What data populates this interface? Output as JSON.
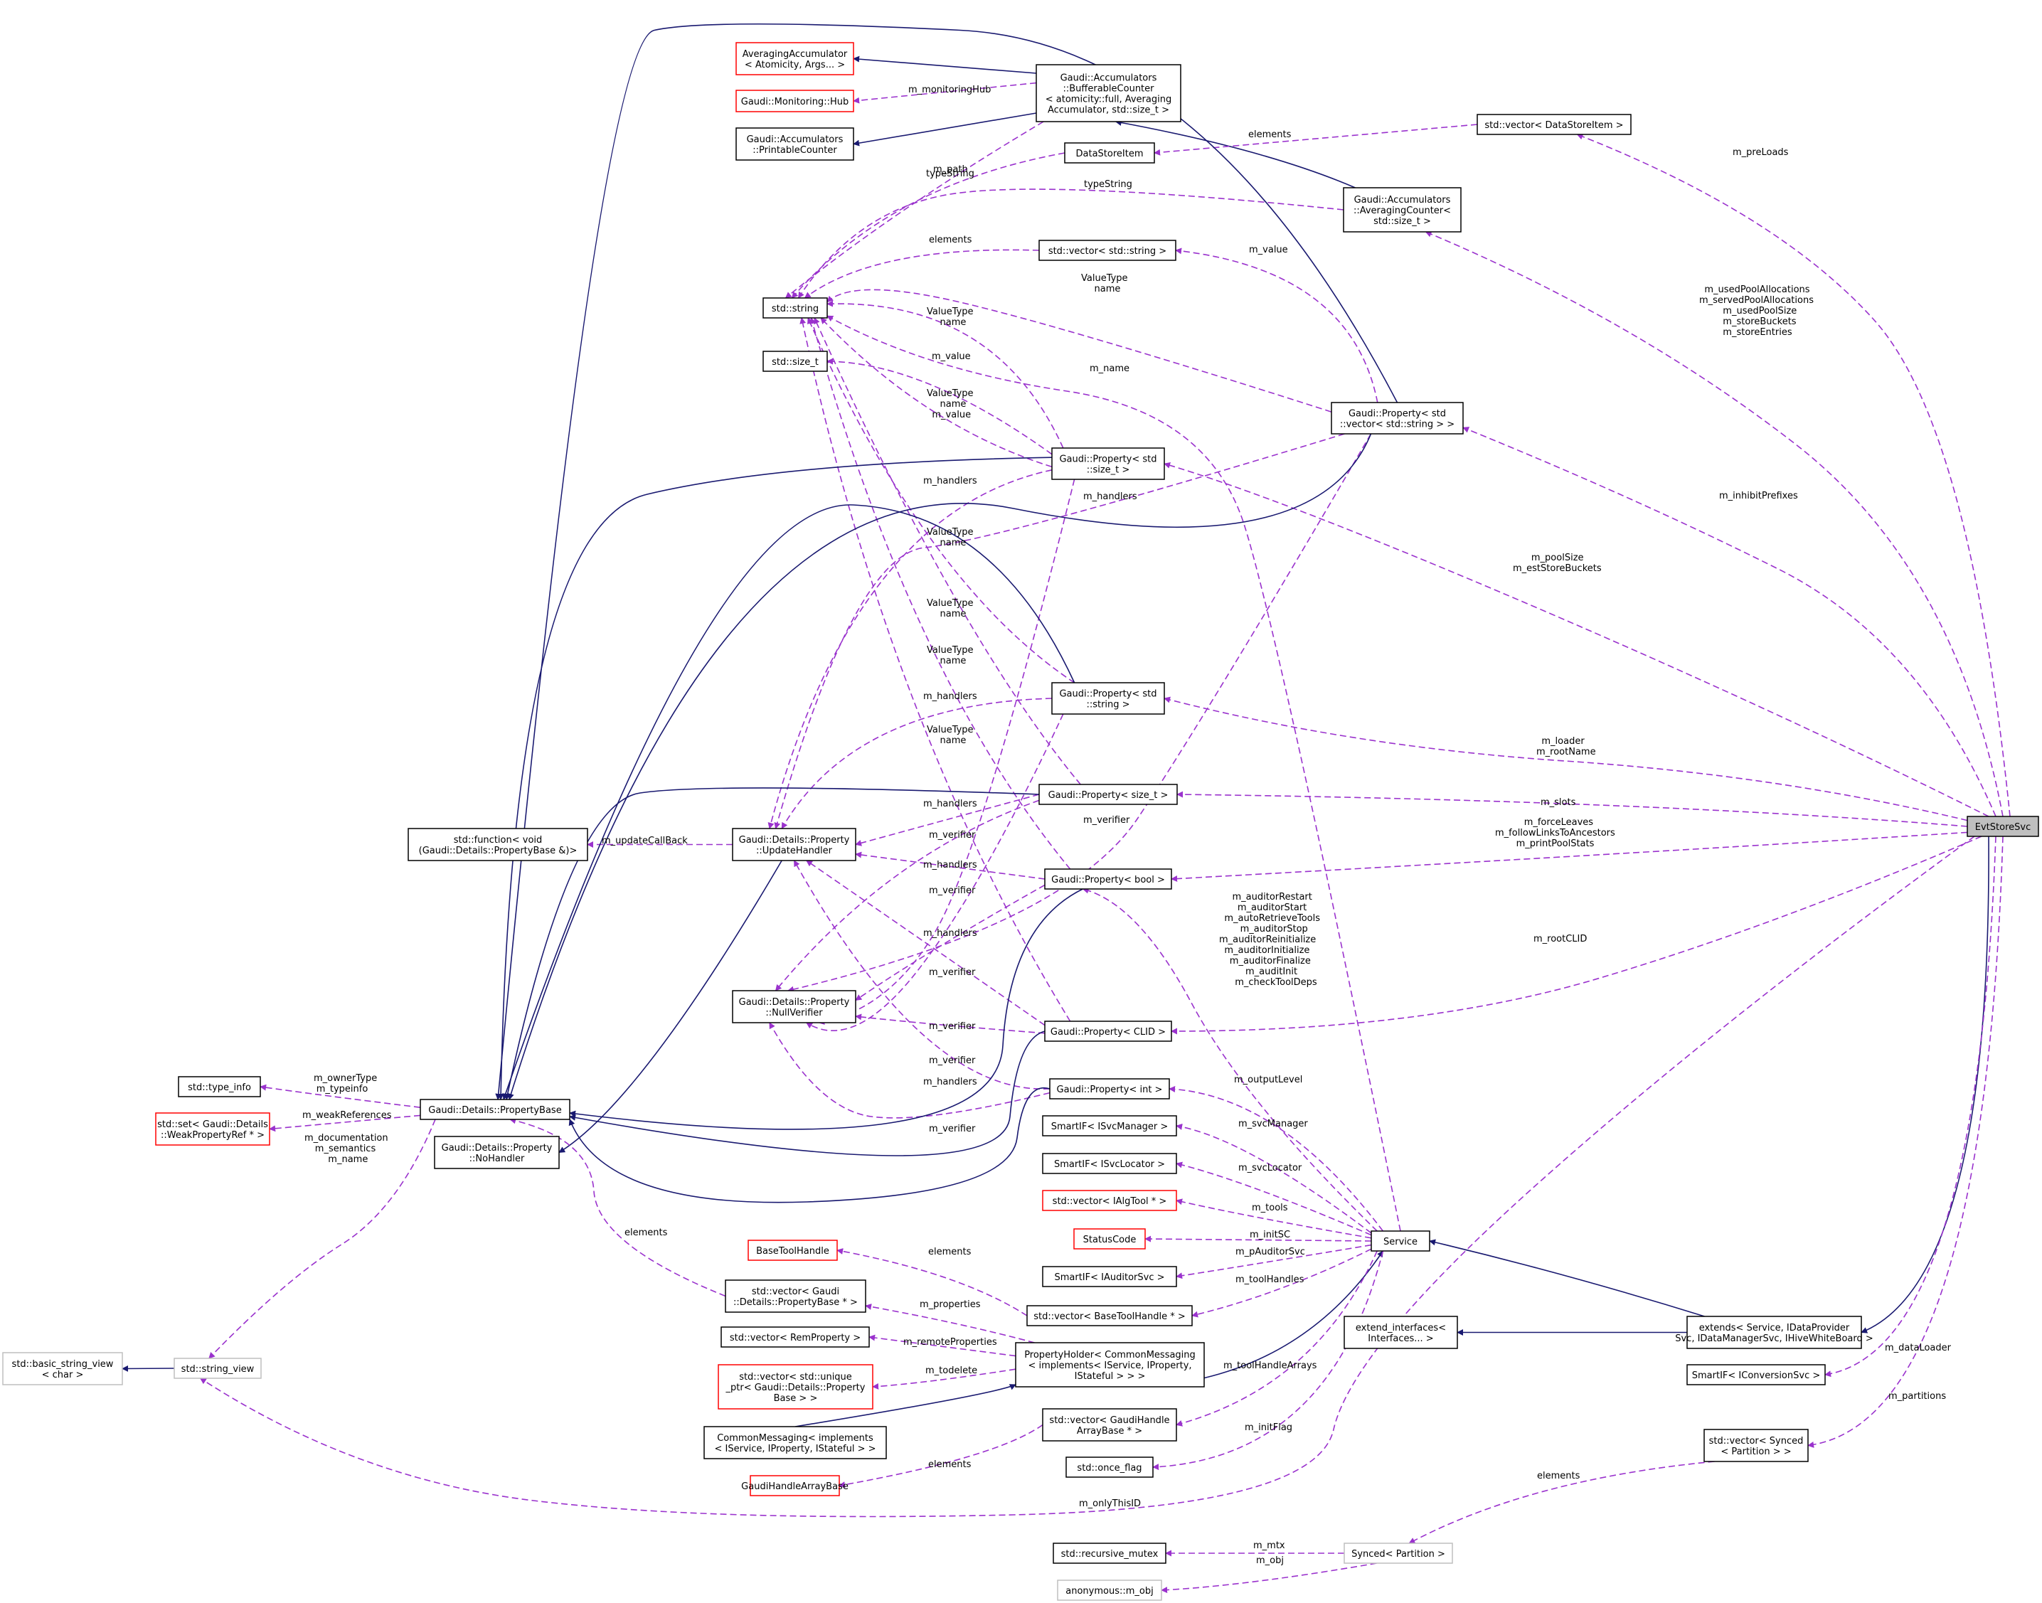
{
  "colors": {
    "inheritance": "#191970",
    "usage": "#9a32cd",
    "node_border": "#000000",
    "undocumented_border": "#ff0000",
    "external_border": "#bfbfbf",
    "selected_fill": "#bfbfbf"
  },
  "nodes": {
    "averaging_accumulator": {
      "lines": [
        "AveragingAccumulator",
        "< Atomicity, Args... >"
      ]
    },
    "monitoring_hub": {
      "lines": [
        "Gaudi::Monitoring::Hub"
      ]
    },
    "printable_counter": {
      "lines": [
        "Gaudi::Accumulators",
        "::PrintableCounter"
      ]
    },
    "bufferable_counter": {
      "lines": [
        "Gaudi::Accumulators",
        "::BufferableCounter",
        "< atomicity::full, Averaging",
        "Accumulator, std::size_t >"
      ]
    },
    "data_store_item": {
      "lines": [
        "DataStoreItem"
      ]
    },
    "vector_data_store_item": {
      "lines": [
        "std::vector< DataStoreItem >"
      ]
    },
    "averaging_counter": {
      "lines": [
        "Gaudi::Accumulators",
        "::AveragingCounter<",
        "std::size_t >"
      ]
    },
    "vector_string": {
      "lines": [
        "std::vector< std::string >"
      ]
    },
    "std_string": {
      "lines": [
        "std::string"
      ]
    },
    "std_size_t": {
      "lines": [
        "std::size_t"
      ]
    },
    "property_vector_string": {
      "lines": [
        "Gaudi::Property< std",
        "::vector< std::string > >"
      ]
    },
    "property_std_size_t": {
      "lines": [
        "Gaudi::Property< std",
        "::size_t >"
      ]
    },
    "property_std_string": {
      "lines": [
        "Gaudi::Property< std",
        "::string >"
      ]
    },
    "property_size_t": {
      "lines": [
        "Gaudi::Property< size_t >"
      ]
    },
    "std_function": {
      "lines": [
        "std::function< void",
        "(Gaudi::Details::PropertyBase &)>"
      ]
    },
    "update_handler": {
      "lines": [
        "Gaudi::Details::Property",
        "::UpdateHandler"
      ]
    },
    "property_bool": {
      "lines": [
        "Gaudi::Property< bool >"
      ]
    },
    "null_verifier": {
      "lines": [
        "Gaudi::Details::Property",
        "::NullVerifier"
      ]
    },
    "property_clid": {
      "lines": [
        "Gaudi::Property< CLID >"
      ]
    },
    "property_int": {
      "lines": [
        "Gaudi::Property< int >"
      ]
    },
    "type_info": {
      "lines": [
        "std::type_info"
      ]
    },
    "property_base": {
      "lines": [
        "Gaudi::Details::PropertyBase"
      ]
    },
    "set_weak_ref": {
      "lines": [
        "std::set< Gaudi::Details",
        "::WeakPropertyRef * >"
      ]
    },
    "no_handler": {
      "lines": [
        "Gaudi::Details::Property",
        "::NoHandler"
      ]
    },
    "smartif_svc_manager": {
      "lines": [
        "SmartIF< ISvcManager >"
      ]
    },
    "smartif_svc_locator": {
      "lines": [
        "SmartIF< ISvcLocator >"
      ]
    },
    "vector_ialgtool": {
      "lines": [
        "std::vector< IAlgTool * >"
      ]
    },
    "status_code": {
      "lines": [
        "StatusCode"
      ]
    },
    "smartif_auditor_svc": {
      "lines": [
        "SmartIF< IAuditorSvc >"
      ]
    },
    "service": {
      "lines": [
        "Service"
      ]
    },
    "base_tool_handle": {
      "lines": [
        "BaseToolHandle"
      ]
    },
    "vector_property_base": {
      "lines": [
        "std::vector< Gaudi",
        "::Details::PropertyBase * >"
      ]
    },
    "vector_base_tool_handle": {
      "lines": [
        "std::vector< BaseToolHandle * >"
      ]
    },
    "vector_rem_property": {
      "lines": [
        "std::vector< RemProperty >"
      ]
    },
    "property_holder": {
      "lines": [
        "PropertyHolder< CommonMessaging",
        "< implements< IService, IProperty,",
        "IStateful > > >"
      ]
    },
    "vector_unique_ptr": {
      "lines": [
        "std::vector< std::unique",
        "_ptr< Gaudi::Details::Property",
        "Base > >"
      ]
    },
    "basic_string_view": {
      "lines": [
        "std::basic_string_view",
        "< char >"
      ]
    },
    "string_view": {
      "lines": [
        "std::string_view"
      ]
    },
    "extend_interfaces": {
      "lines": [
        "extend_interfaces<",
        "Interfaces... >"
      ]
    },
    "extends": {
      "lines": [
        "extends< Service, IDataProvider",
        "Svc, IDataManagerSvc, IHiveWhiteBoard >"
      ]
    },
    "common_messaging": {
      "lines": [
        "CommonMessaging< implements",
        "< IService, IProperty, IStateful > >"
      ]
    },
    "vector_gaudi_handle_array": {
      "lines": [
        "std::vector< GaudiHandle",
        "ArrayBase * >"
      ]
    },
    "smartif_conversion_svc": {
      "lines": [
        "SmartIF< IConversionSvc >"
      ]
    },
    "gaudi_handle_array_base": {
      "lines": [
        "GaudiHandleArrayBase"
      ]
    },
    "once_flag": {
      "lines": [
        "std::once_flag"
      ]
    },
    "vector_synced_partition": {
      "lines": [
        "std::vector< Synced",
        "< Partition > >"
      ]
    },
    "recursive_mutex": {
      "lines": [
        "std::recursive_mutex"
      ]
    },
    "synced_partition": {
      "lines": [
        "Synced< Partition >"
      ]
    },
    "anonymous_m_obj": {
      "lines": [
        "anonymous::m_obj"
      ]
    },
    "evt_store_svc": {
      "lines": [
        "EvtStoreSvc"
      ]
    }
  },
  "edge_labels": {
    "m_monitoringHub": [
      "m_monitoringHub"
    ],
    "typeString_1": [
      "typeString"
    ],
    "elements_dsi": [
      "elements"
    ],
    "m_path": [
      "m_path"
    ],
    "typeString_2": [
      "typeString"
    ],
    "elements_vs": [
      "elements"
    ],
    "m_value_vs": [
      "m_value"
    ],
    "vt_name_1": [
      "ValueType",
      "name"
    ],
    "vt_name_2": [
      "ValueType",
      "name"
    ],
    "m_value_st": [
      "m_value"
    ],
    "m_name_str": [
      "m_name"
    ],
    "vt_name_value": [
      "ValueType",
      "name",
      "m_value"
    ],
    "m_handlers_1": [
      "m_handlers"
    ],
    "m_handlers_2": [
      "m_handlers"
    ],
    "vt_name_3": [
      "ValueType",
      "name"
    ],
    "vt_name_4": [
      "ValueType",
      "name"
    ],
    "vt_name_5": [
      "ValueType",
      "name"
    ],
    "m_handlers_3": [
      "m_handlers"
    ],
    "vt_name_6": [
      "ValueType",
      "name"
    ],
    "m_handlers_4": [
      "m_handlers"
    ],
    "m_verifier_1": [
      "m_verifier"
    ],
    "m_verifier_top": [
      "m_verifier"
    ],
    "m_updateCallBack": [
      "m_updateCallBack"
    ],
    "m_handlers_5": [
      "m_handlers"
    ],
    "m_verifier_2": [
      "m_verifier"
    ],
    "m_handlers_6": [
      "m_handlers"
    ],
    "m_verifier_3": [
      "m_verifier"
    ],
    "m_verifier_4": [
      "m_verifier"
    ],
    "m_verifier_5": [
      "m_verifier"
    ],
    "m_handlers_7": [
      "m_handlers"
    ],
    "m_verifier_6": [
      "m_verifier"
    ],
    "m_ownerType": [
      "m_ownerType",
      "m_typeinfo"
    ],
    "m_weakReferences": [
      "m_weakReferences"
    ],
    "m_documentation": [
      "m_documentation",
      "m_semantics",
      "m_name"
    ],
    "elements_pb": [
      "elements"
    ],
    "elements_bth": [
      "elements"
    ],
    "m_properties": [
      "m_properties"
    ],
    "m_remoteProperties": [
      "m_remoteProperties"
    ],
    "m_todelete": [
      "m_todelete"
    ],
    "elements_gha": [
      "elements"
    ],
    "m_auditor_group": [
      "m_auditorRestart",
      "m_auditorStart",
      "m_autoRetrieveTools",
      "m_auditorStop",
      "m_auditorReinitialize",
      "m_auditorInitialize",
      "m_auditorFinalize",
      "m_auditInit",
      "m_checkToolDeps"
    ],
    "m_outputLevel": [
      "m_outputLevel"
    ],
    "m_svcManager": [
      "m_svcManager"
    ],
    "m_svcLocator": [
      "m_svcLocator"
    ],
    "m_tools": [
      "m_tools"
    ],
    "m_initSC": [
      "m_initSC"
    ],
    "m_pAuditorSvc": [
      "m_pAuditorSvc"
    ],
    "m_toolHandles": [
      "m_toolHandles"
    ],
    "m_toolHandleArrays": [
      "m_toolHandleArrays"
    ],
    "m_initFlag": [
      "m_initFlag"
    ],
    "m_onlyThisID": [
      "m_onlyThisID"
    ],
    "m_mtx": [
      "m_mtx"
    ],
    "m_obj": [
      "m_obj"
    ],
    "elements_sp": [
      "elements"
    ],
    "m_preLoads": [
      "m_preLoads"
    ],
    "m_pool_group": [
      "m_usedPoolAllocations",
      "m_servedPoolAllocations",
      "m_usedPoolSize",
      "m_storeBuckets",
      "m_storeEntries"
    ],
    "m_inhibitPrefixes": [
      "m_inhibitPrefixes"
    ],
    "m_poolSize": [
      "m_poolSize",
      "m_estStoreBuckets"
    ],
    "m_loader": [
      "m_loader",
      "m_rootName"
    ],
    "m_slots": [
      "m_slots"
    ],
    "m_force_group": [
      "m_forceLeaves",
      "m_followLinksToAncestors",
      "m_printPoolStats"
    ],
    "m_rootCLID": [
      "m_rootCLID"
    ],
    "m_dataLoader": [
      "m_dataLoader"
    ],
    "m_partitions": [
      "m_partitions"
    ]
  }
}
